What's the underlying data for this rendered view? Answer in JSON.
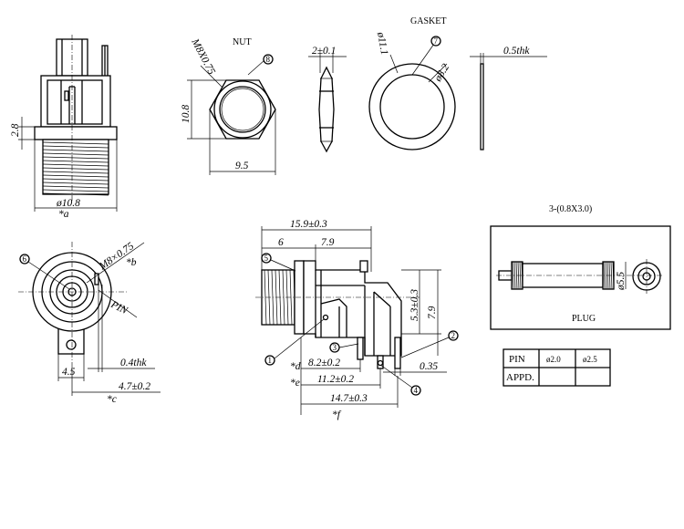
{
  "titles": {
    "nut": "NUT",
    "gasket": "GASKET",
    "plug": "PLUG",
    "plug_spec": "3-(0.8X3.0)"
  },
  "dims": {
    "front_height": "2.8",
    "front_dia": "ø10.8",
    "ref_a": "*a",
    "nut_thread": "M8X0.75",
    "nut_height": "10.8",
    "nut_width": "9.5",
    "nut_thk": "2±0.1",
    "gasket_od": "ø11.1",
    "gasket_id": "ø8.2",
    "gasket_thk": "0.5thk",
    "top_thread": "M8×0.75",
    "ref_b": "*b",
    "pin_label": "PIN",
    "pin_thk": "0.4thk",
    "half_w": "4.5",
    "pin_pos": "4.7±0.2",
    "ref_c": "*c",
    "total_len": "15.9±0.3",
    "seg1": "6",
    "seg2": "7.9",
    "h53": "5.3±0.3",
    "h79": "7.9",
    "d82": "8.2±0.2",
    "ref_d": "*d",
    "d035": "0.35",
    "d112": "11.2±0.2",
    "ref_e": "*e",
    "d147": "14.7±0.3",
    "ref_f": "*f",
    "plug_dia": "ø5.5"
  },
  "callouts": {
    "c1": "1",
    "c2": "2",
    "c3": "3",
    "c4": "4",
    "c5": "5",
    "c6": "6",
    "c7": "7",
    "c8": "8"
  },
  "table": {
    "rows": [
      [
        "PIN",
        "ø2.0",
        "ø2.5"
      ],
      [
        "APPD.",
        "",
        ""
      ]
    ]
  }
}
